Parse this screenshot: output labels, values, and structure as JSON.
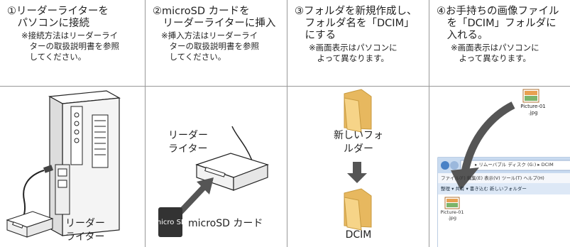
{
  "steps": [
    {
      "title": "①リーダーライターを\n　パソコンに接続",
      "note": "※接続方法はリーダーライ\n　ターの取扱説明書を参照\n　してください。",
      "label": "リーダー\nライター"
    },
    {
      "title": "②microSD カードを\n　リーダーライターに挿入",
      "note": "※挿入方法はリーダーライ\n　ターの取扱説明書を参照\n　してください。",
      "reader_label": "リーダー\nライター",
      "card_logo": "micro SD",
      "card_label": "microSD カード"
    },
    {
      "title": "③フォルダを新規作成し、\n　フォルダ名を「DCIM」\n　にする",
      "note": "※画面表示はパソコンに\n　よって異なります。",
      "new_folder_label": "新しいフォ\nルダー",
      "dcim_label": "DCIM"
    },
    {
      "title": "④お手持ちの画像ファイル\n　を「DCIM」フォルダに\n　入れる。",
      "note": "※画面表示はパソコンに\n　よって異なります。",
      "file_name": "Picture-01\n.jpg",
      "explorer_address": "▸ リムーバブル ディスク (G:) ▸ DCIM",
      "explorer_menu": "ファイル(F)  編集(E)  表示(V)  ツール(T)  ヘルプ(H)",
      "explorer_toolbar": "整理 ▾    共有 ▾    書き込む    新しいフォルダー",
      "explorer_file": "Picture-01\n.jpg"
    }
  ],
  "colors": {
    "border": "#999999",
    "folder": "#f2c873",
    "arrow": "#555555"
  }
}
